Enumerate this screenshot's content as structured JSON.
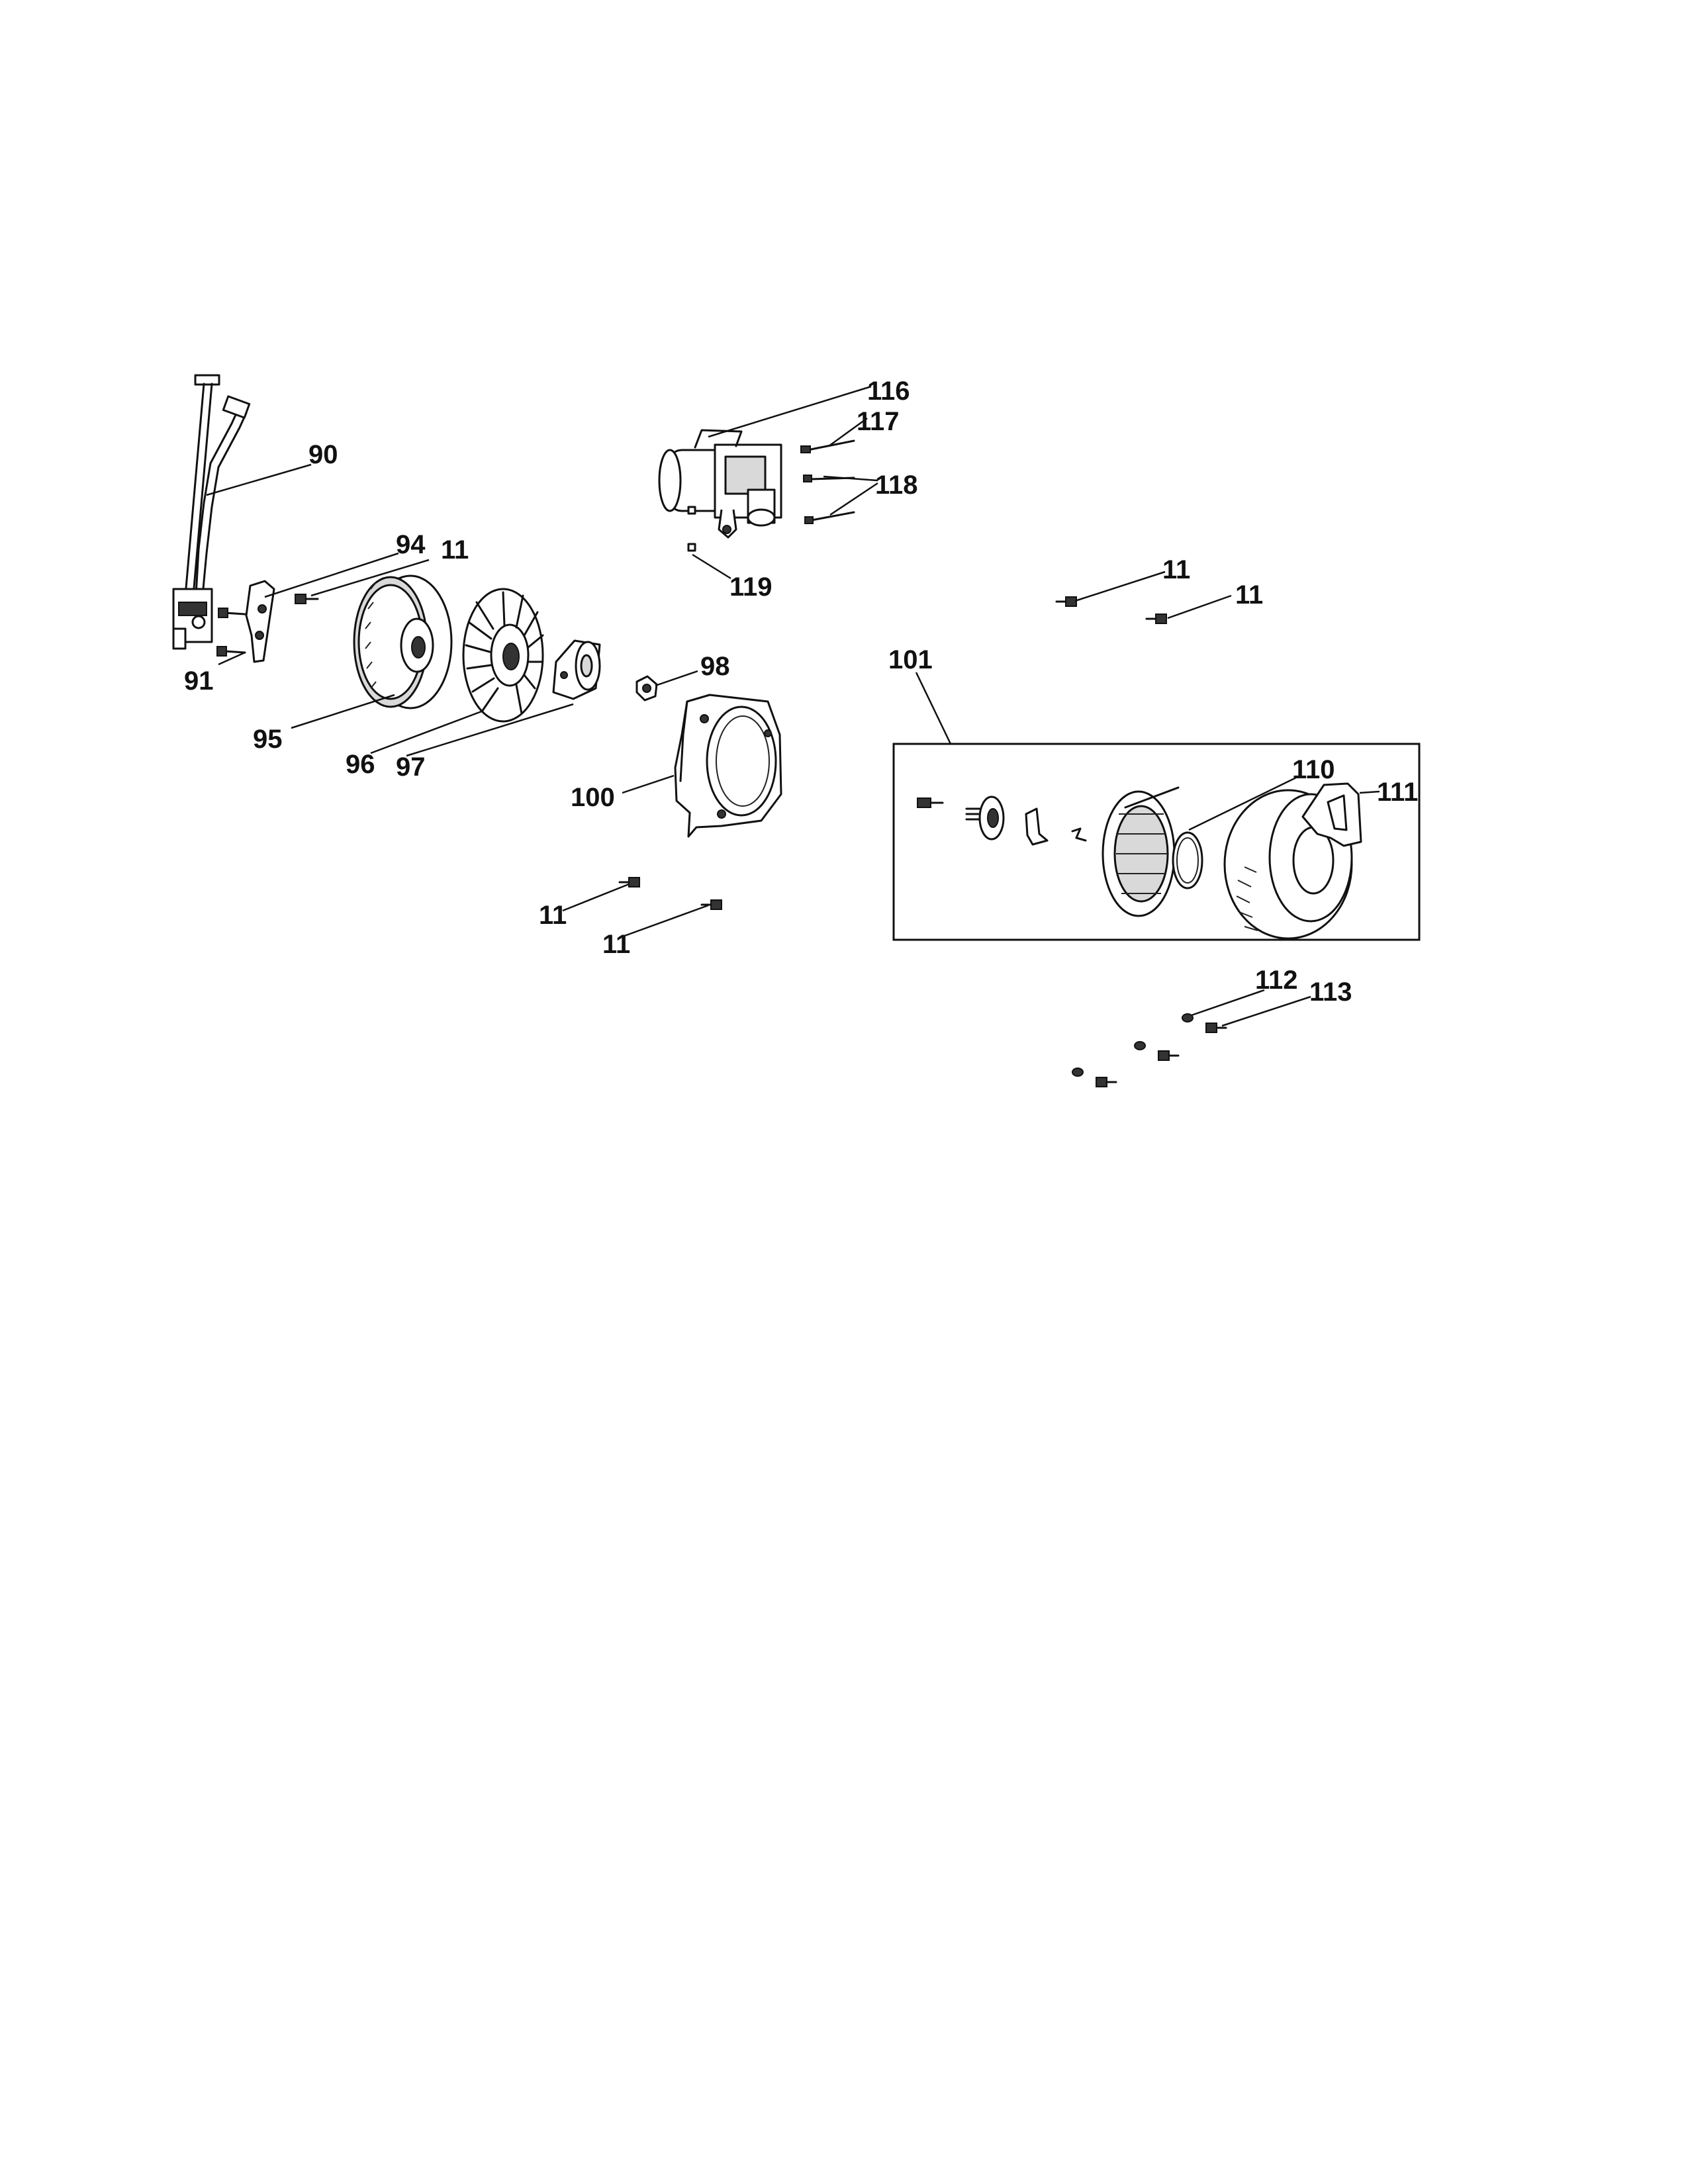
{
  "callouts": {
    "c90": "90",
    "c91": "91",
    "c94": "94",
    "c11a": "11",
    "c95": "95",
    "c96": "96",
    "c97": "97",
    "c98": "98",
    "c100": "100",
    "c11b": "11",
    "c11c": "11",
    "c116": "116",
    "c117": "117",
    "c118": "118",
    "c119": "119",
    "c11d": "11",
    "c11e": "11",
    "c101": "101",
    "c110": "110",
    "c111": "111",
    "c112": "112",
    "c113": "113"
  }
}
